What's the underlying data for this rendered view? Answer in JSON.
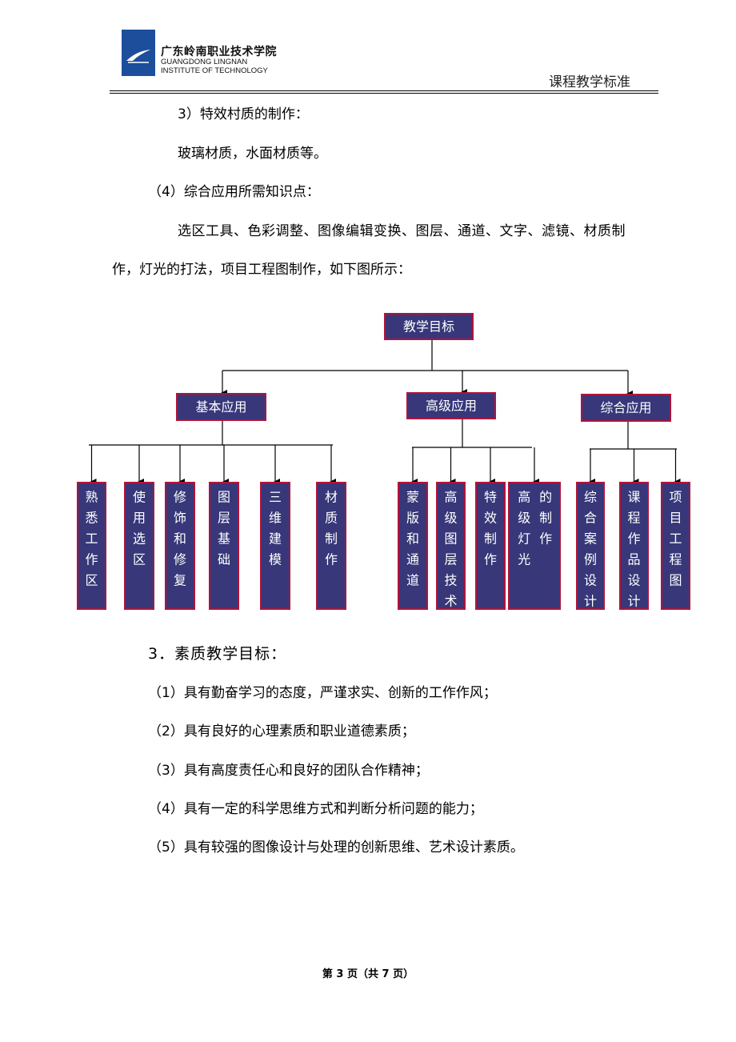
{
  "header": {
    "institution_cn": "广东岭南职业技术学院",
    "institution_en_line1": "GUANGDONG LINGNAN",
    "institution_en_line2": "INSTITUTE OF TECHNOLOGY",
    "doc_title": "课程教学标准"
  },
  "body": {
    "p1": "3）特效村质的制作：",
    "p2": "玻璃材质，水面材质等。",
    "p3": "（4）综合应用所需知识点：",
    "p4_line1": "选区工具、色彩调整、图像编辑变换、图层、通道、文字、滤镜、材质制",
    "p4_line2": "作，灯光的打法，项目工程图制作，如下图所示："
  },
  "diagram": {
    "root": "教学目标",
    "colors": {
      "box_fill": "#37377a",
      "box_border": "#b0143c",
      "text": "#ffffff"
    },
    "groups": [
      {
        "label": "基本应用",
        "children": [
          "熟悉工作区",
          "使用选区",
          "修饰和修复",
          "图层基础",
          "三维建模",
          "材质制作"
        ]
      },
      {
        "label": "高级应用",
        "children": [
          "蒙版和通道",
          "高级图层技术",
          "特效制作",
          "高级灯光的制作"
        ]
      },
      {
        "label": "综合应用",
        "children": [
          "综合案例设计",
          "课程作品设计",
          "项目工程图"
        ]
      }
    ]
  },
  "section3": {
    "heading": "3．素质教学目标：",
    "items": [
      "（1）具有勤奋学习的态度，严谨求实、创新的工作作风；",
      "（2）具有良好的心理素质和职业道德素质；",
      "（3）具有高度责任心和良好的团队合作精神；",
      "（4）具有一定的科学思维方式和判断分析问题的能力；",
      "（5）具有较强的图像设计与处理的创新思维、艺术设计素质。"
    ]
  },
  "footer": {
    "page_label": "第 3 页（共 7 页）"
  }
}
